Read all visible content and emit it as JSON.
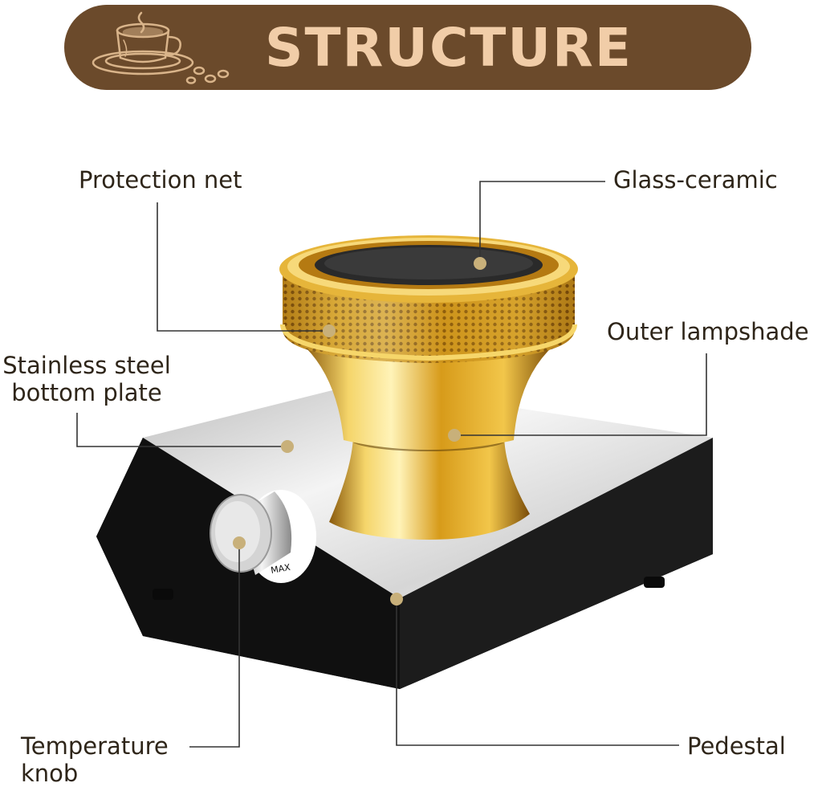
{
  "header": {
    "title": "STRUCTURE",
    "icon": "coffee-cup-icon"
  },
  "labels": {
    "protection_net": "Protection net",
    "glass_ceramic": "Glass-ceramic",
    "outer_lampshade": "Outer lampshade",
    "stainless_plate": "Stainless steel\nbottom plate",
    "temperature_knob": "Temperature\nknob",
    "pedestal": "Pedestal"
  },
  "knob_marking": "MAX",
  "colors": {
    "banner": "#6b4a2b",
    "title": "#f1cda8",
    "marker": "#c8b07a",
    "gold": "#d9a520",
    "base": "#141414",
    "steel": "#e2e2e2"
  }
}
